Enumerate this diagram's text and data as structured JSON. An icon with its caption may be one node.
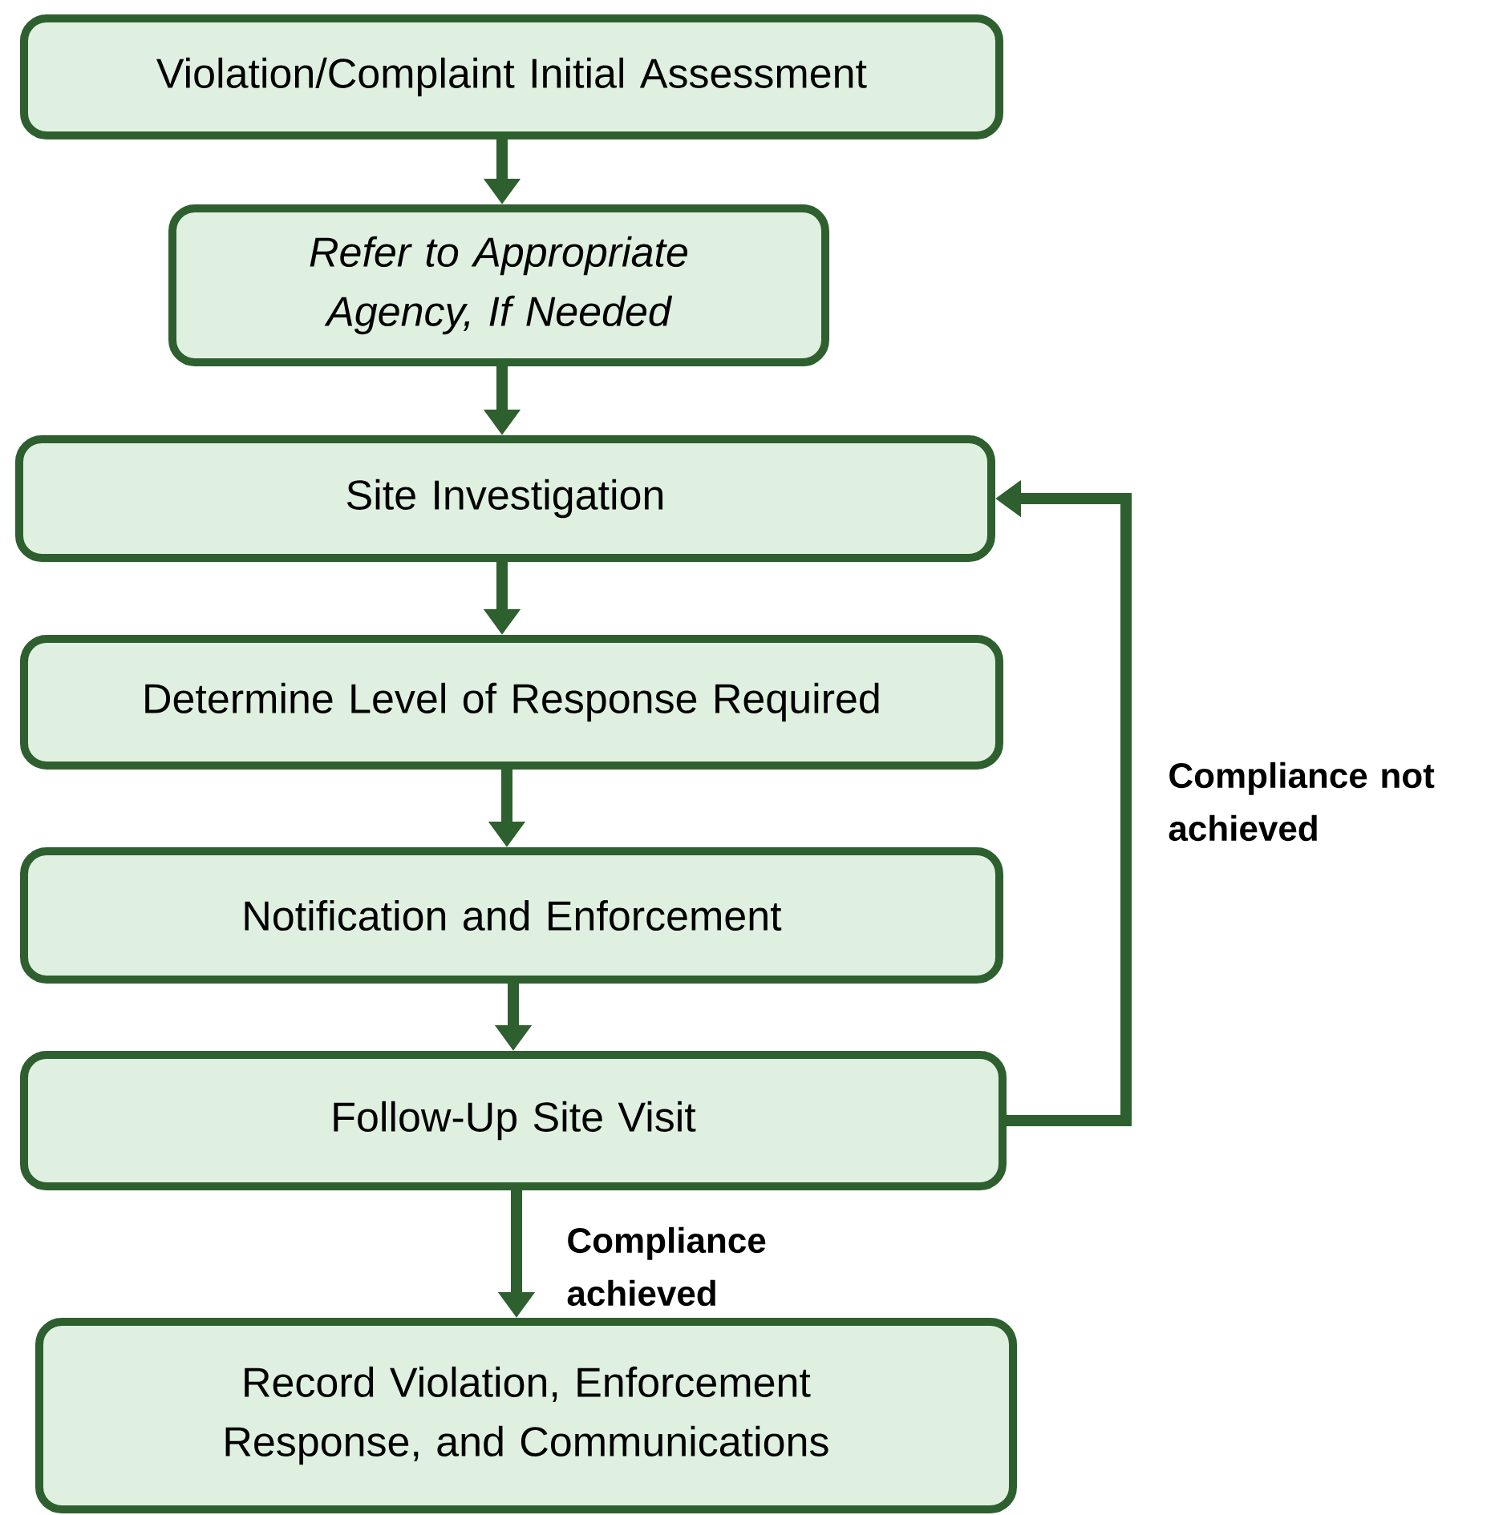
{
  "diagram": {
    "nodes": [
      {
        "text": [
          "Violation/Complaint Initial Assessment"
        ]
      },
      {
        "text": [
          "Refer to Appropriate Agency, If Needed"
        ]
      },
      {
        "text": [
          "Site Investigation"
        ]
      },
      {
        "text": [
          "Determine Level of Response Required"
        ]
      },
      {
        "text": [
          "Notification and Enforcement"
        ]
      },
      {
        "text": [
          "Follow-Up Site Visit"
        ]
      },
      {
        "text": [
          "Record Violation, Enforcement Response, and Communications"
        ]
      }
    ],
    "edges": [
      {
        "from": 0,
        "to": 1,
        "arrow": "to"
      },
      {
        "from": 1,
        "to": 2,
        "arrow": "to"
      },
      {
        "from": 2,
        "to": 3,
        "arrow": "to"
      },
      {
        "from": 3,
        "to": 4,
        "arrow": "to"
      },
      {
        "from": 4,
        "to": 5,
        "arrow": "to"
      },
      {
        "from": 5,
        "to": 6,
        "arrow": "to",
        "label": "Compliance achieved"
      },
      {
        "from": 5,
        "to": 2,
        "arrow": "to",
        "label": "Compliance not achieved"
      }
    ]
  }
}
